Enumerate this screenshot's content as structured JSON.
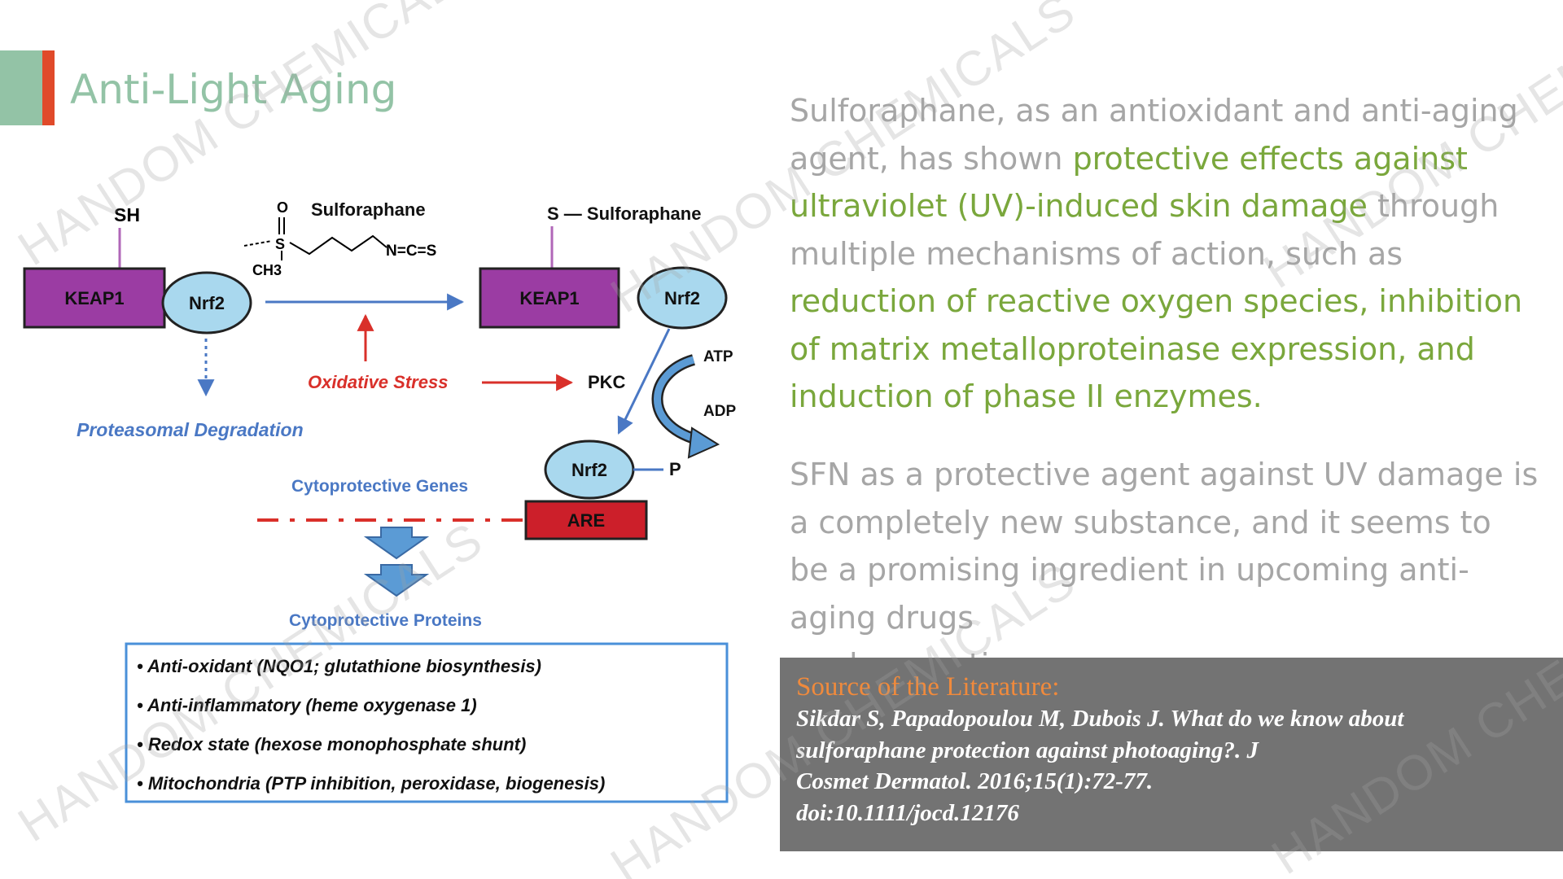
{
  "slide": {
    "title": "Anti-Light Aging",
    "watermark": "HANDOM CHEMICALS",
    "colors": {
      "accent_green": "#93c3a6",
      "accent_red": "#e04a2a",
      "highlight": "#7aa73c",
      "body_text": "#a6a6a6",
      "source_heading": "#f08a3c",
      "source_bg": "#737373"
    }
  },
  "diagram": {
    "sh": "SH",
    "sulforaphane": "Sulforaphane",
    "s_sulforaphane": "S — Sulforaphane",
    "atom_o": "O",
    "atom_s": "S",
    "ch3": "CH3",
    "ncs": "N=C=S",
    "keap1": "KEAP1",
    "nrf2": "Nrf2",
    "atp": "ATP",
    "adp": "ADP",
    "pkc": "PKC",
    "oxidative_stress": "Oxidative Stress",
    "proteasomal": "Proteasomal Degradation",
    "p": "P",
    "cyto_genes": "Cytoprotective Genes",
    "are": "ARE",
    "cyto_proteins": "Cytoprotective Proteins",
    "protein_items": [
      "Anti-oxidant (NQO1; glutathione biosynthesis)",
      "Anti-inflammatory (heme oxygenase 1)",
      "Redox state (hexose monophosphate shunt)",
      "Mitochondria (PTP inhibition, peroxidase, biogenesis)"
    ]
  },
  "text": {
    "p1": [
      "Sulforaphane, as an antioxidant and anti-aging agent, has shown ",
      "protective effects against ultraviolet (UV)-induced skin damage",
      " through multiple mechanisms of action, such as ",
      "reduction of reactive oxygen species, inhibition of matrix metalloproteinase expression, and induction of phase II enzymes."
    ],
    "p2_main": "SFN as a protective agent against UV damage is a completely new substance, and it seems to be a promising ingredient in upcoming anti-aging drugs",
    "p2_last": "and cosmetics."
  },
  "source": {
    "heading": "Source of the Literature:",
    "lines": [
      "Sikdar S, Papadopoulou M, Dubois J. What do we know about",
      "sulforaphane protection against photoaging?. J",
      "Cosmet Dermatol. 2016;15(1):72-77.",
      "doi:10.1111/jocd.12176"
    ]
  }
}
